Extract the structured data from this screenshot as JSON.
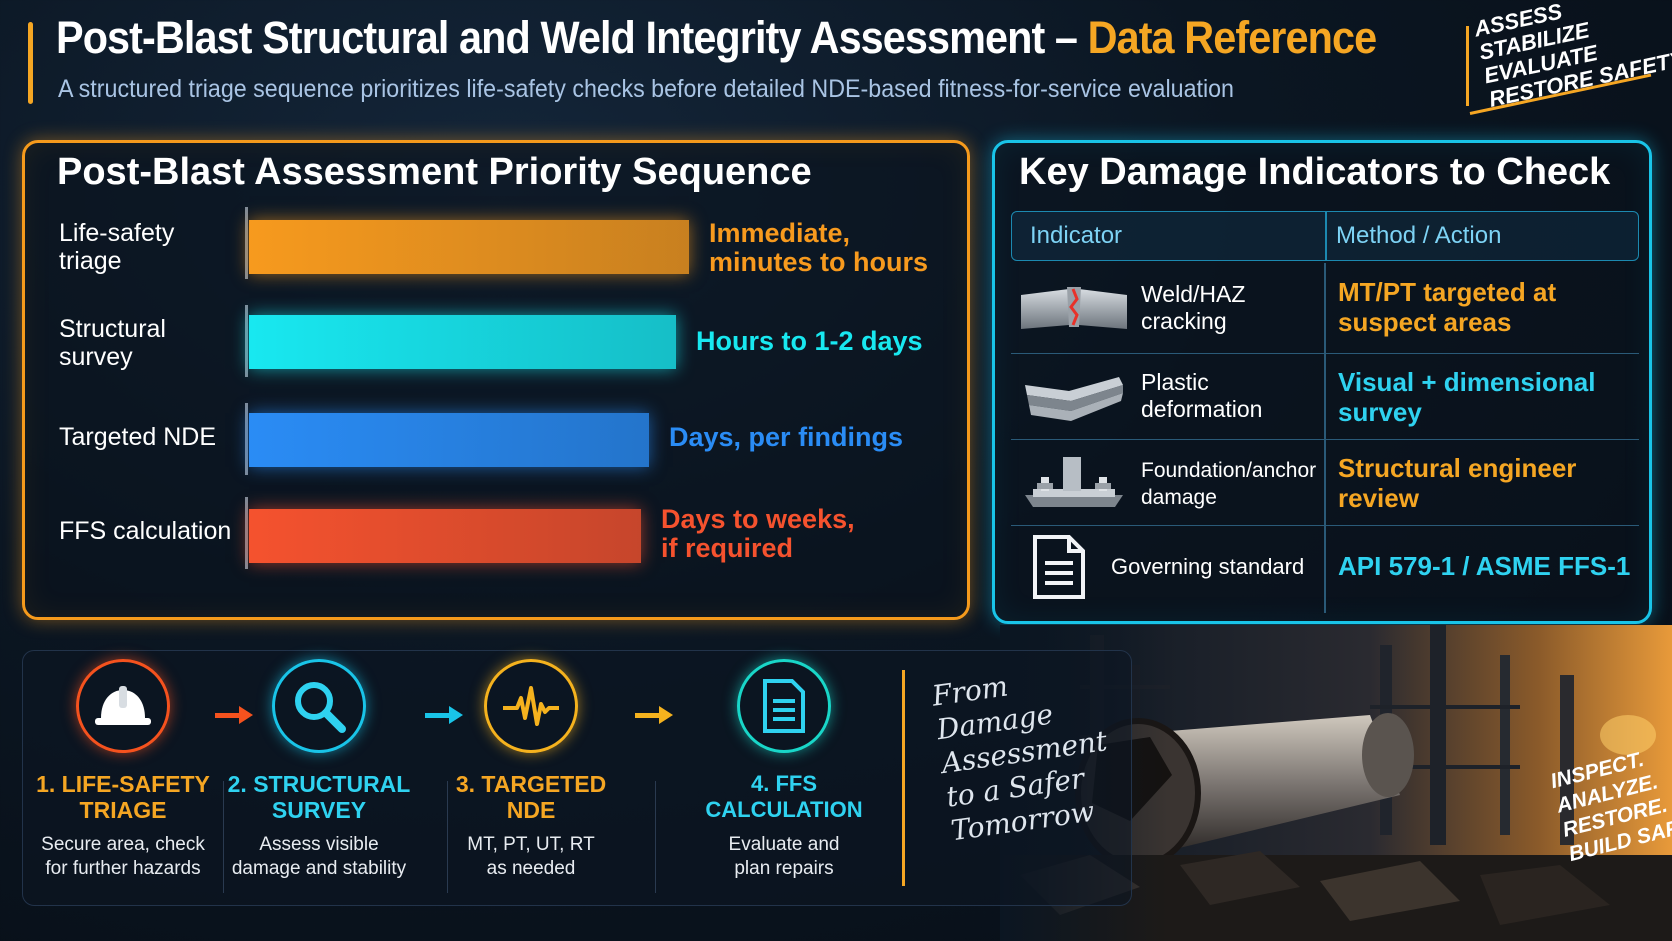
{
  "header": {
    "title_main": "Post-Blast Structural and Weld Integrity Assessment –",
    "title_accent": "Data Reference",
    "subtitle": "A structured triage sequence prioritizes life-safety checks before detailed NDE-based fitness-for-service evaluation"
  },
  "motto_top": [
    "ASSESS",
    "STABILIZE",
    "EVALUATE",
    "RESTORE SAFETY"
  ],
  "priority": {
    "title": "Post-Blast Assessment Priority Sequence",
    "rows": [
      {
        "label_line1": "Life-safety",
        "label_line2": "triage",
        "timeframe_line1": "Immediate,",
        "timeframe_line2": "minutes to hours",
        "relative_length": 1.0,
        "color": "#f79a1e"
      },
      {
        "label_line1": "Structural",
        "label_line2": "survey",
        "timeframe_line1": "Hours to 1-2 days",
        "timeframe_line2": "",
        "relative_length": 0.97,
        "color": "#18e8f0"
      },
      {
        "label_line1": "Targeted NDE",
        "label_line2": "",
        "timeframe_line1": "Days, per findings",
        "timeframe_line2": "",
        "relative_length": 0.91,
        "color": "#2a8cf5"
      },
      {
        "label_line1": "FFS calculation",
        "label_line2": "",
        "timeframe_line1": "Days to weeks,",
        "timeframe_line2": "if required",
        "relative_length": 0.89,
        "color": "#f5522e"
      }
    ]
  },
  "indicators": {
    "title": "Key Damage Indicators to Check",
    "col_indicator": "Indicator",
    "col_method": "Method / Action",
    "rows": [
      {
        "icon": "weld-crack-icon",
        "indicator_line1": "Weld/HAZ",
        "indicator_line2": "cracking",
        "action_line1": "MT/PT targeted at",
        "action_line2": "suspect areas",
        "color": "#f5a623"
      },
      {
        "icon": "bent-beam-icon",
        "indicator_line1": "Plastic",
        "indicator_line2": "deformation",
        "action_line1": "Visual + dimensional",
        "action_line2": "survey",
        "color": "#2fd2f0"
      },
      {
        "icon": "anchor-bolt-icon",
        "indicator_line1": "Foundation/anchor",
        "indicator_line2": "damage",
        "action_line1": "Structural engineer",
        "action_line2": "review",
        "color": "#f5a623"
      },
      {
        "icon": "document-icon",
        "indicator_line1": "Governing standard",
        "indicator_line2": "",
        "action_line1": "API 579-1 / ASME FFS-1",
        "action_line2": "",
        "color": "#2fd2f0"
      }
    ]
  },
  "steps": [
    {
      "icon": "hard-hat-icon",
      "title_line1": "1. Life-Safety",
      "title_line2": "Triage",
      "desc_line1": "Secure area, check",
      "desc_line2": "for further hazards",
      "color": "#f5521e",
      "title_color": "#f5a623"
    },
    {
      "icon": "magnifier-icon",
      "title_line1": "2. Structural",
      "title_line2": "Survey",
      "desc_line1": "Assess visible",
      "desc_line2": "damage and stability",
      "color": "#19c4e8",
      "title_color": "#2fd2f0"
    },
    {
      "icon": "waveform-icon",
      "title_line1": "3. Targeted",
      "title_line2": "NDE",
      "desc_line1": "MT, PT, UT, RT",
      "desc_line2": "as needed",
      "color": "#f5b21e",
      "title_color": "#f5a623"
    },
    {
      "icon": "report-icon",
      "title_line1": "4. FFS Calculation",
      "title_line2": "",
      "desc_line1": "Evaluate and",
      "desc_line2": "plan repairs",
      "color": "#19d6c8",
      "title_color": "#2fd2f0"
    }
  ],
  "quote": [
    "From",
    "Damage",
    "Assessment",
    "to a Safer",
    "Tomorrow"
  ],
  "motto_bottom": [
    "INSPECT.",
    "ANALYZE.",
    "RESTORE.",
    "BUILD SAFER."
  ]
}
